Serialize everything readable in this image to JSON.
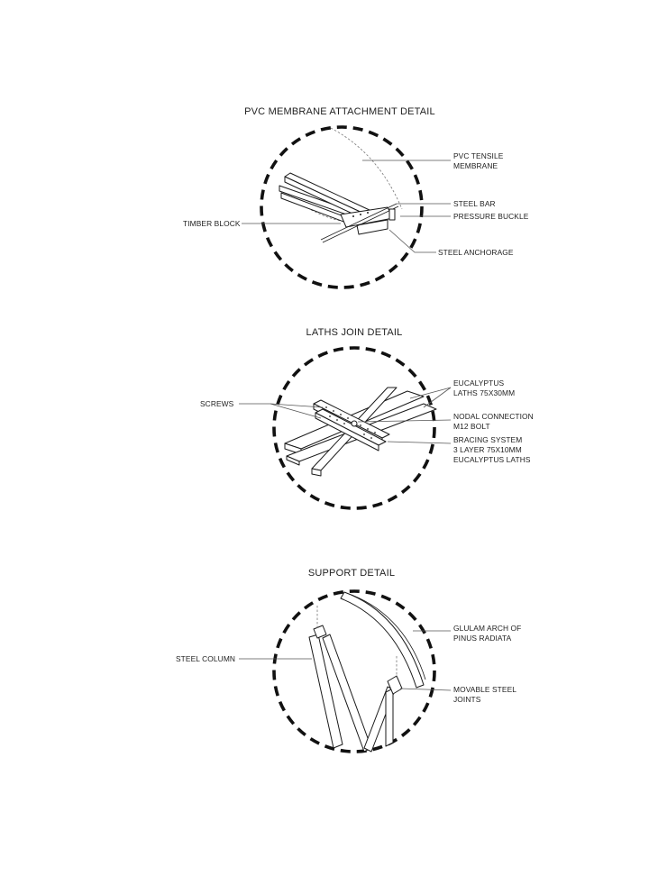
{
  "details": [
    {
      "title": "PVC MEMBRANE ATTACHMENT DETAIL",
      "labels": {
        "membrane_1": "PVC TENSILE",
        "membrane_2": "MEMBRANE",
        "steel_bar": "STEEL BAR",
        "pressure_buckle": "PRESSURE BUCKLE",
        "timber_block": "TIMBER BLOCK",
        "steel_anchorage": "STEEL ANCHORAGE"
      }
    },
    {
      "title": "LATHS JOIN DETAIL",
      "labels": {
        "screws": "SCREWS",
        "laths_1": "EUCALYPTUS",
        "laths_2": "LATHS 75X30MM",
        "nodal_1": "NODAL CONNECTION",
        "nodal_2": "M12 BOLT",
        "bracing_1": "BRACING SYSTEM",
        "bracing_2": "3 LAYER 75X10MM",
        "bracing_3": "EUCALYPTUS LATHS"
      }
    },
    {
      "title": "SUPPORT DETAIL",
      "labels": {
        "glulam_1": "GLULAM ARCH OF",
        "glulam_2": "PINUS RADIATA",
        "steel_column": "STEEL COLUMN",
        "joints_1": "MOVABLE STEEL",
        "joints_2": "JOINTS"
      }
    }
  ]
}
